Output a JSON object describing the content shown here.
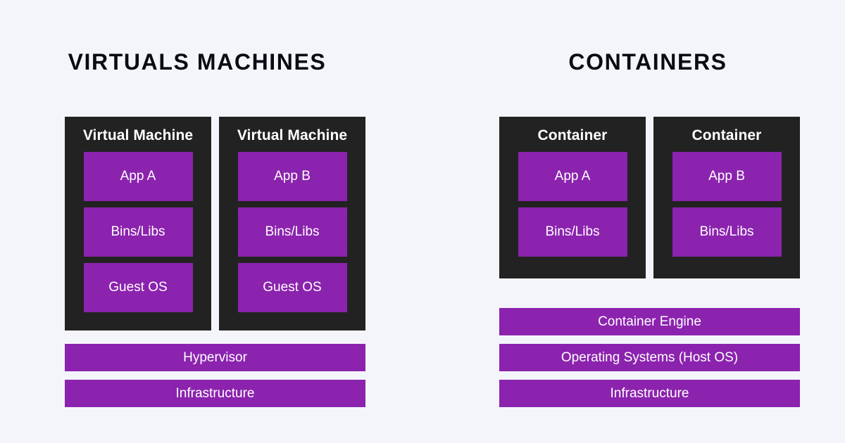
{
  "page": {
    "background_color": "#f4f5fb",
    "accent_color": "#8b23ae",
    "box_color": "#222222",
    "text_on_dark": "#ffffff",
    "title_color": "#0b0b12"
  },
  "columns": [
    {
      "id": "virtual-machines",
      "title": "VIRTUALS MACHINES",
      "boxes": [
        {
          "title": "Virtual Machine",
          "layers": [
            "App A",
            "Bins/Libs",
            "Guest OS"
          ]
        },
        {
          "title": "Virtual Machine",
          "layers": [
            "App B",
            "Bins/Libs",
            "Guest OS"
          ]
        }
      ],
      "bars": [
        "Hypervisor",
        "Infrastructure"
      ]
    },
    {
      "id": "containers",
      "title": "CONTAINERS",
      "boxes": [
        {
          "title": "Container",
          "layers": [
            "App A",
            "Bins/Libs"
          ]
        },
        {
          "title": "Container",
          "layers": [
            "App B",
            "Bins/Libs"
          ]
        }
      ],
      "bars": [
        "Container Engine",
        "Operating Systems (Host OS)",
        "Infrastructure"
      ]
    }
  ]
}
